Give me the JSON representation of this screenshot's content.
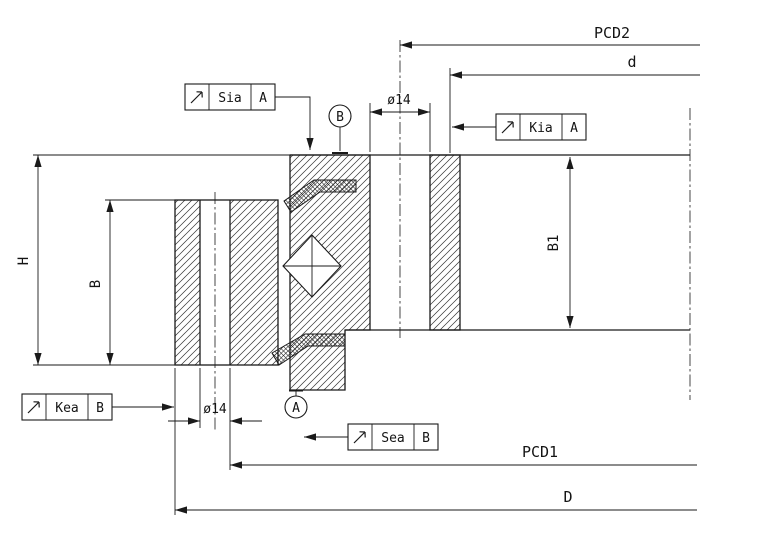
{
  "style": {
    "background": "#ffffff",
    "line_color": "#1a1a1a"
  },
  "dimensions": {
    "pcd2": {
      "label": "PCD2"
    },
    "d": {
      "label": "d"
    },
    "dia14_top": {
      "label": "ø14"
    },
    "b1": {
      "label": "B1"
    },
    "h": {
      "label": "H"
    },
    "b": {
      "label": "B"
    },
    "dia14_bottom": {
      "label": "ø14"
    },
    "pcd1": {
      "label": "PCD1"
    },
    "big_d": {
      "label": "D"
    }
  },
  "datum_labels": {
    "a": "A",
    "b": "B"
  },
  "tolerance_frames": {
    "sia": {
      "icon": "runout-arrow-icon",
      "label": "Sia",
      "datum": "A"
    },
    "kia": {
      "icon": "runout-arrow-icon",
      "label": "Kia",
      "datum": "A"
    },
    "kea": {
      "icon": "runout-arrow-icon",
      "label": "Kea",
      "datum": "B"
    },
    "sea": {
      "icon": "runout-arrow-icon",
      "label": "Sea",
      "datum": "B"
    }
  }
}
